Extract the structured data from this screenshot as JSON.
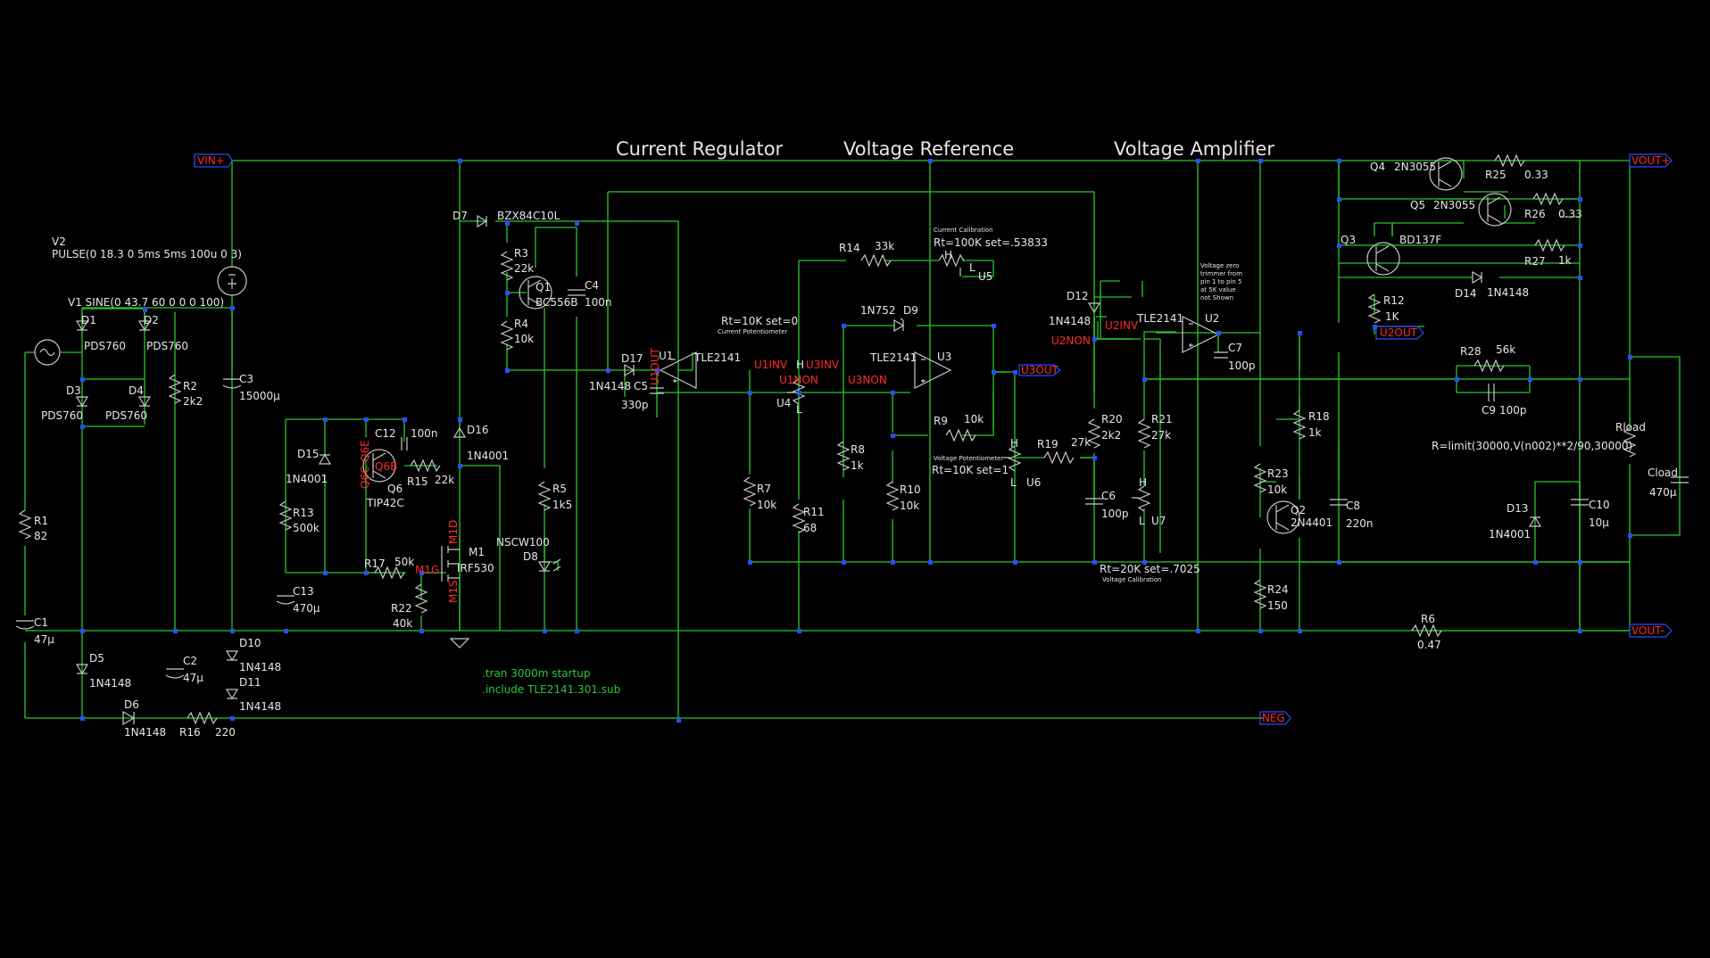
{
  "sections": {
    "current_regulator": "Current Regulator",
    "voltage_reference": "Voltage Reference",
    "voltage_amplifier": "Voltage Amplifier"
  },
  "flags": {
    "vin_plus": "VIN+",
    "vout_plus": "VOUT+",
    "vout_minus": "VOUT-",
    "neg": "NEG",
    "u1out": "U1OUT",
    "u1inv": "U1INV",
    "u1non": "U1NON",
    "u3inv": "U3INV",
    "u3non": "U3NON",
    "u3out": "U3OUT",
    "u2inv": "U2INV",
    "u2non": "U2NON",
    "u2out": "U2OUT",
    "m1g": "M1G",
    "m1d": "M1D",
    "m1s": "M1S",
    "q6b": "Q6B",
    "q6e": "Q6E",
    "q6c": "Q6C"
  },
  "directives": {
    "tran": ".tran 3000m startup",
    "include": ".include TLE2141.301.sub"
  },
  "sources": {
    "v2_name": "V2",
    "v2_value": "PULSE(0 18.3 0 5ms 5ms 100u 0 3)",
    "v1": "V1 SINE(0 43.7 60 0 0 0 100)"
  },
  "load": {
    "rload": "Rload",
    "rload_expr": "R=limit(30000,V(n002)**2/90,30000)",
    "cload": "Cload",
    "cload_value": "470µ"
  },
  "trimmers": {
    "u7_caption": "Rt=20K set=.7025",
    "u7_note": "Voltage Calibration",
    "u5_note": "Current Calibration",
    "u5_caption": "Rt=100K set=.53833",
    "u4_caption": "Rt=10K set=0",
    "u4_note": "Current Potentiometer",
    "u6_caption": "Rt=10K set=1",
    "u6_note": "Voltage Potentiometer",
    "u2_note_1": "Voltage zero",
    "u2_note_2": "trimmer from",
    "u2_note_3": "pin 1 to pin 5",
    "u2_note_4": "at 5K value",
    "u2_note_5": "not Shown"
  },
  "pins": {
    "h": "H",
    "l": "L"
  },
  "parts": {
    "d1": "D1",
    "d1_v": "PDS760",
    "d2": "D2",
    "d2_v": "PDS760",
    "d3": "D3",
    "d3_v": "PDS760",
    "d4": "D4",
    "d4_v": "PDS760",
    "r1": "R1",
    "r1_v": "82",
    "r2": "R2",
    "r2_v": "2k2",
    "c1": "C1",
    "c1_v": "47µ",
    "c2": "C2",
    "c2_v": "47µ",
    "c3": "C3",
    "c3_v": "15000µ",
    "d5": "D5",
    "d5_v": "1N4148",
    "d6": "D6",
    "d6_v": "1N4148",
    "r16": "R16",
    "r16_v": "220",
    "d10": "D10",
    "d10_v": "1N4148",
    "d11": "D11",
    "d11_v": "1N4148",
    "d15": "D15",
    "d15_v": "1N4001",
    "r13": "R13",
    "r13_v": "500k",
    "c13": "C13",
    "c13_v": "470µ",
    "c12": "C12",
    "c12_v": "100n",
    "q6": "Q6",
    "q6_v": "TIP42C",
    "r15": "R15",
    "r15_v": "22k",
    "d16": "D16",
    "d16_v": "1N4001",
    "r17": "R17",
    "r17_v": "50k",
    "r22": "R22",
    "r22_v": "40k",
    "m1": "M1",
    "m1_v": "IRF530",
    "d7": "D7",
    "d7_v": "BZX84C10L",
    "r3": "R3",
    "r3_v": "22k",
    "q1": "Q1",
    "q1_v": "BC556B",
    "r4": "R4",
    "r4_v": "10k",
    "c4": "C4",
    "c4_v": "100n",
    "r5": "R5",
    "r5_v": "1k5",
    "d8": "D8",
    "d8_v": "NSCW100",
    "d17": "D17",
    "d17_v": "1N4148",
    "c5": "C5",
    "c5_v": "330p",
    "u1": "U1",
    "u1_v": "TLE2141",
    "r7": "R7",
    "r7_v": "10k",
    "u4": "U4",
    "r11": "R11",
    "r11_v": "68",
    "r14": "R14",
    "r14_v": "33k",
    "u5": "U5",
    "d9": "D9",
    "d9_v": "1N752",
    "u3": "U3",
    "u3_v": "TLE2141",
    "r8": "R8",
    "r8_v": "1k",
    "r10": "R10",
    "r10_v": "10k",
    "r9": "R9",
    "r9_v": "10k",
    "r19": "R19",
    "r19_v": "27k",
    "u6": "U6",
    "d12": "D12",
    "d12_v": "1N4148",
    "r20": "R20",
    "r20_v": "2k2",
    "c6": "C6",
    "c6_v": "100p",
    "r21": "R21",
    "r21_v": "27k",
    "u7": "U7",
    "u2": "U2",
    "u2_v": "TLE2141",
    "c7": "C7",
    "c7_v": "100p",
    "r18": "R18",
    "r18_v": "1k",
    "r23": "R23",
    "r23_v": "10k",
    "q2": "Q2",
    "q2_v": "2N4401",
    "r24": "R24",
    "r24_v": "150",
    "c8": "C8",
    "c8_v": "220n",
    "q4": "Q4",
    "q4_v": "2N3055",
    "q5": "Q5",
    "q5_v": "2N3055",
    "r25": "R25",
    "r25_v": "0.33",
    "r26": "R26",
    "r26_v": "0.33",
    "q3": "Q3",
    "q3_v": "BD137F",
    "r27": "R27",
    "r27_v": "1k",
    "d14": "D14",
    "d14_v": "1N4148",
    "r12": "R12",
    "r12_v": "1K",
    "r28": "R28",
    "r28_v": "56k",
    "c9": "C9",
    "c9_v": "100p",
    "d13": "D13",
    "d13_v": "1N4001",
    "c10": "C10",
    "c10_v": "10µ",
    "r6": "R6",
    "r6_v": "0.47"
  }
}
